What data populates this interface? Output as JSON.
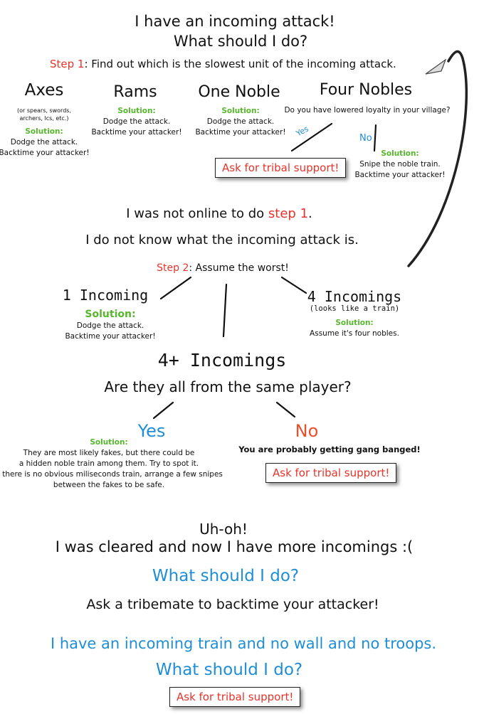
{
  "top": {
    "title_line1": "I have an incoming attack!",
    "title_line2": "What should I do?",
    "step1_label": "Step 1",
    "step1_text": ": Find out which is the slowest unit of the incoming attack."
  },
  "units": {
    "axes": {
      "name": "Axes",
      "note_line1": "(or spears, swords,",
      "note_line2": "archers, lcs, etc.)",
      "solution_label": "Solution:",
      "line1": "Dodge the attack.",
      "line2": "Backtime your attacker!"
    },
    "rams": {
      "name": "Rams",
      "solution_label": "Solution:",
      "line1": "Dodge the attack.",
      "line2": "Backtime your attacker!"
    },
    "one_noble": {
      "name": "One Noble",
      "solution_label": "Solution:",
      "line1": "Dodge the attack.",
      "line2": "Backtime your attacker!"
    },
    "four_nobles": {
      "name": "Four Nobles",
      "question": "Do you have lowered loyalty in your village?",
      "yes_label": "Yes",
      "no_label": "No",
      "yes_action": "Ask for tribal support!",
      "no_solution_label": "Solution:",
      "no_line1": "Snipe the noble train.",
      "no_line2": "Backtime your attacker!"
    }
  },
  "offline": {
    "line1_prefix": "I was not online to do ",
    "line1_step": "step 1",
    "line1_suffix": ".",
    "line2": "I do not know what the incoming attack is.",
    "step2_label": "Step 2",
    "step2_text": ": Assume the worst!"
  },
  "incoming": {
    "one": {
      "title": "1 Incoming",
      "solution_label": "Solution:",
      "line1": "Dodge the attack.",
      "line2": "Backtime your attacker!"
    },
    "four": {
      "title": "4 Incomings",
      "subtitle": "(looks like a train)",
      "solution_label": "Solution:",
      "line1": "Assume it's four nobles."
    },
    "four_plus": {
      "title": "4+ Incomings",
      "question": "Are they all from the same player?",
      "yes_label": "Yes",
      "yes_solution_label": "Solution:",
      "yes_line1": "They are most likely fakes, but there could be",
      "yes_line2": "a hidden noble train among them. Try to spot it.",
      "yes_line3": "If there is no obvious miliseconds train, arrange a few snipes",
      "yes_line4": "between the fakes to be safe.",
      "no_label": "No",
      "no_line1": "You are probably getting gang banged!",
      "no_action": "Ask for tribal support!"
    }
  },
  "cleared": {
    "line1": "Uh-oh!",
    "line2": "I was cleared and now I have more incomings :(",
    "question": "What should I do?",
    "answer": "Ask a tribemate to backtime your attacker!"
  },
  "train": {
    "line1": "I have an incoming train and no wall and no troops.",
    "line2": "What should I do?",
    "action": "Ask for tribal support!"
  },
  "colors": {
    "red": "#e8332a",
    "green": "#56b72d",
    "blue": "#1e8ed6",
    "orange": "#e8502a"
  }
}
